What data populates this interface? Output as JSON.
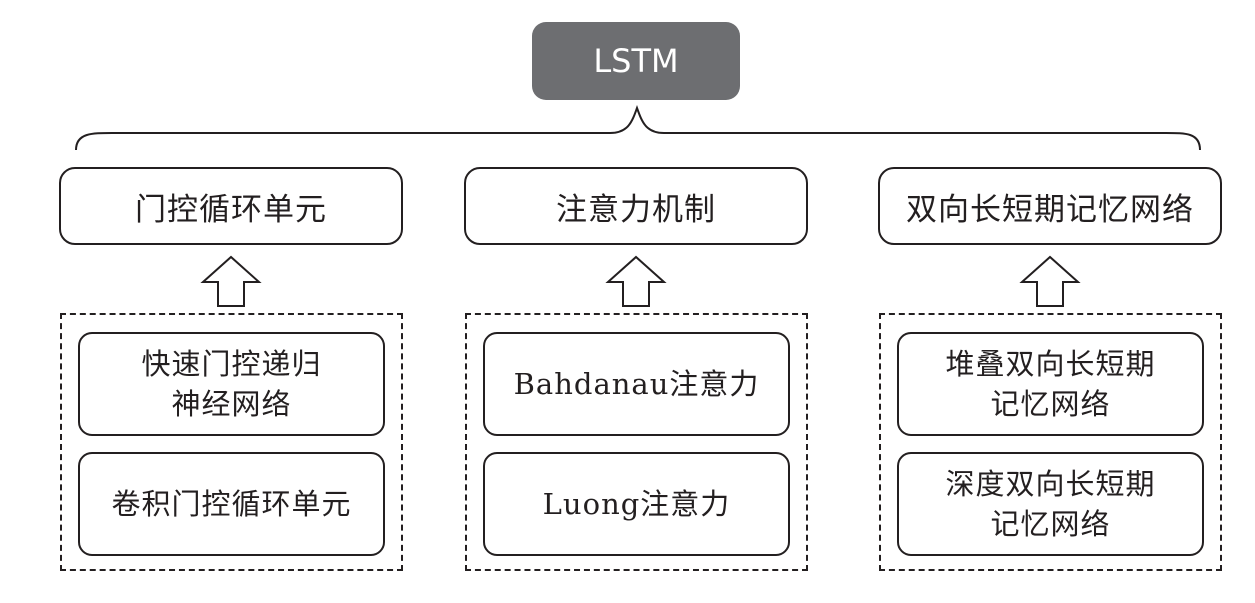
{
  "root": {
    "label": "LSTM"
  },
  "categories": [
    {
      "label": "门控循环单元",
      "items": [
        "快速门控递归\n神经网络",
        "卷积门控循环单元"
      ]
    },
    {
      "label": "注意力机制",
      "items": [
        "Bahdanau注意力",
        "Luong注意力"
      ]
    },
    {
      "label": "双向长短期记忆网络",
      "items": [
        "堆叠双向长短期\n记忆网络",
        "深度双向长短期\n记忆网络"
      ]
    }
  ]
}
